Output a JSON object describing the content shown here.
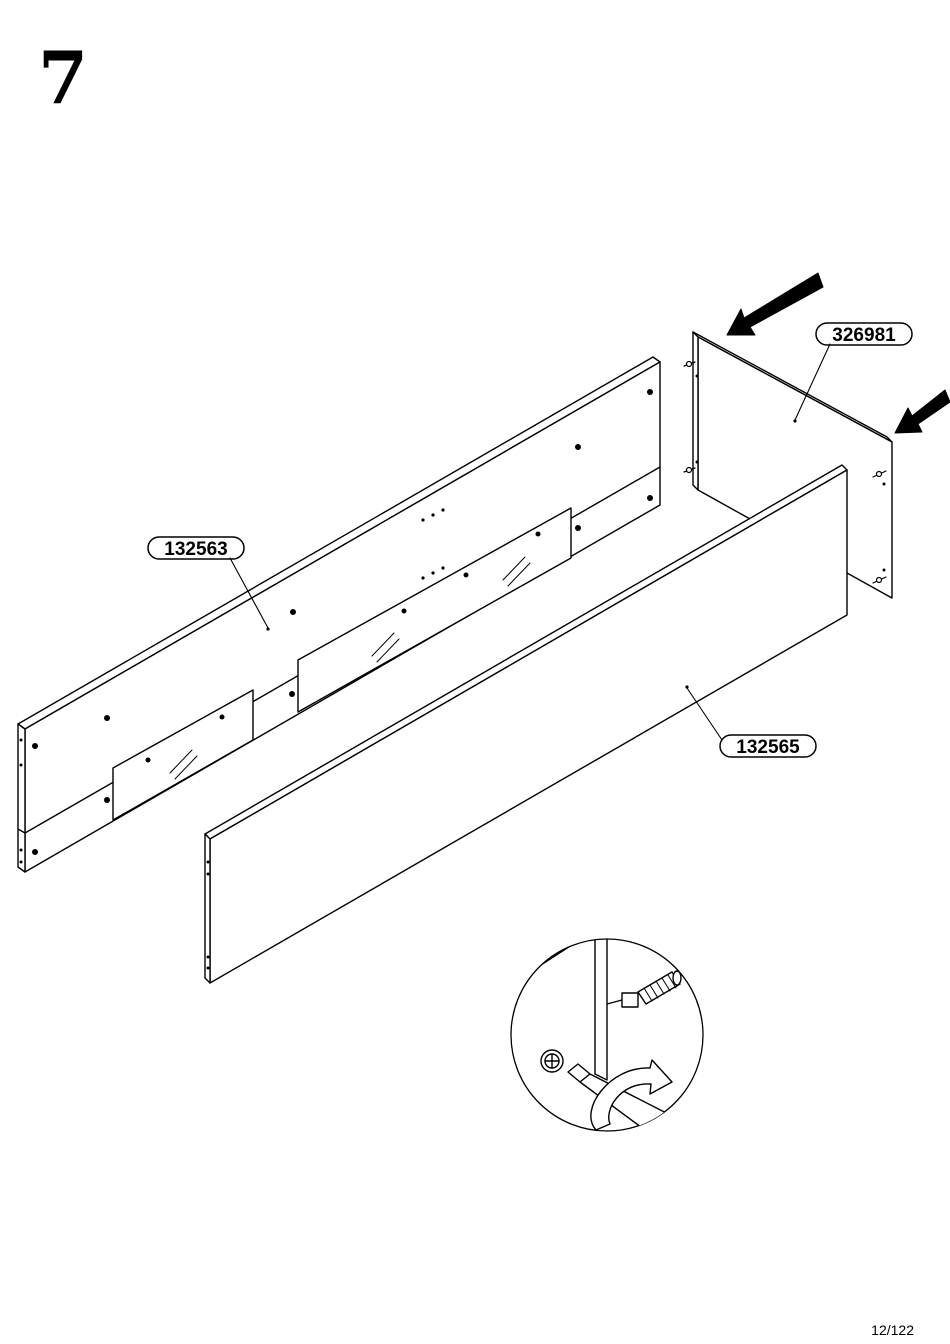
{
  "step": {
    "number": "7"
  },
  "parts": {
    "back_panel": {
      "label": "132563"
    },
    "front_panel": {
      "label": "132565"
    },
    "side_panel": {
      "label": "326981"
    }
  },
  "detail": {
    "name": "dowel-and-cam-bolt-insertion"
  },
  "footer": {
    "page": "12/122"
  }
}
